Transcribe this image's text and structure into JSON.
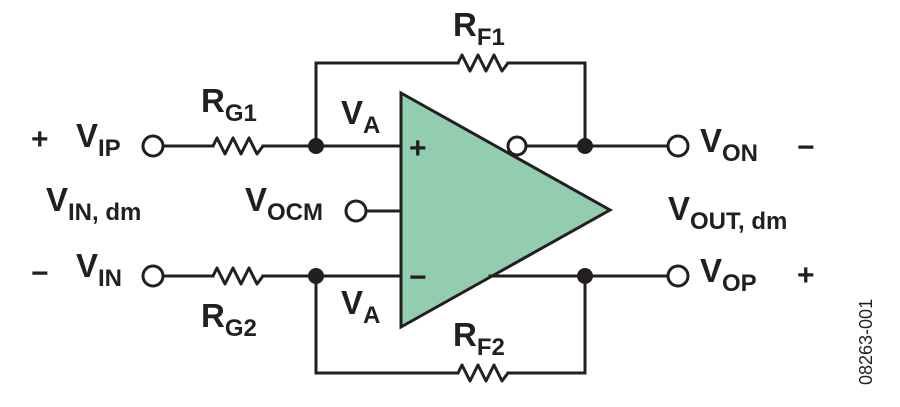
{
  "colors": {
    "amp_fill": "#93cdb0",
    "ink": "#231f20"
  },
  "labels": {
    "rg1": {
      "main": "R",
      "sub": "G1"
    },
    "rg2": {
      "main": "R",
      "sub": "G2"
    },
    "rf1": {
      "main": "R",
      "sub": "F1"
    },
    "rf2": {
      "main": "R",
      "sub": "F2"
    },
    "va_top": {
      "main": "V",
      "sub": "A"
    },
    "va_bottom": {
      "main": "V",
      "sub": "A"
    },
    "vip": {
      "main": "V",
      "sub": "IP"
    },
    "vin": {
      "main": "V",
      "sub": "IN"
    },
    "vin_dm": {
      "main": "V",
      "sub": "IN, dm"
    },
    "vocm": {
      "main": "V",
      "sub": "OCM"
    },
    "von": {
      "main": "V",
      "sub": "ON"
    },
    "vop": {
      "main": "V",
      "sub": "OP"
    },
    "vout_dm": {
      "main": "V",
      "sub": "OUT, dm"
    }
  },
  "signs": {
    "vip_plus": "+",
    "vin_minus": "−",
    "von_minus": "−",
    "vop_plus": "+",
    "amp_plus": "+",
    "amp_minus": "−"
  },
  "figure_code": "08263-001"
}
